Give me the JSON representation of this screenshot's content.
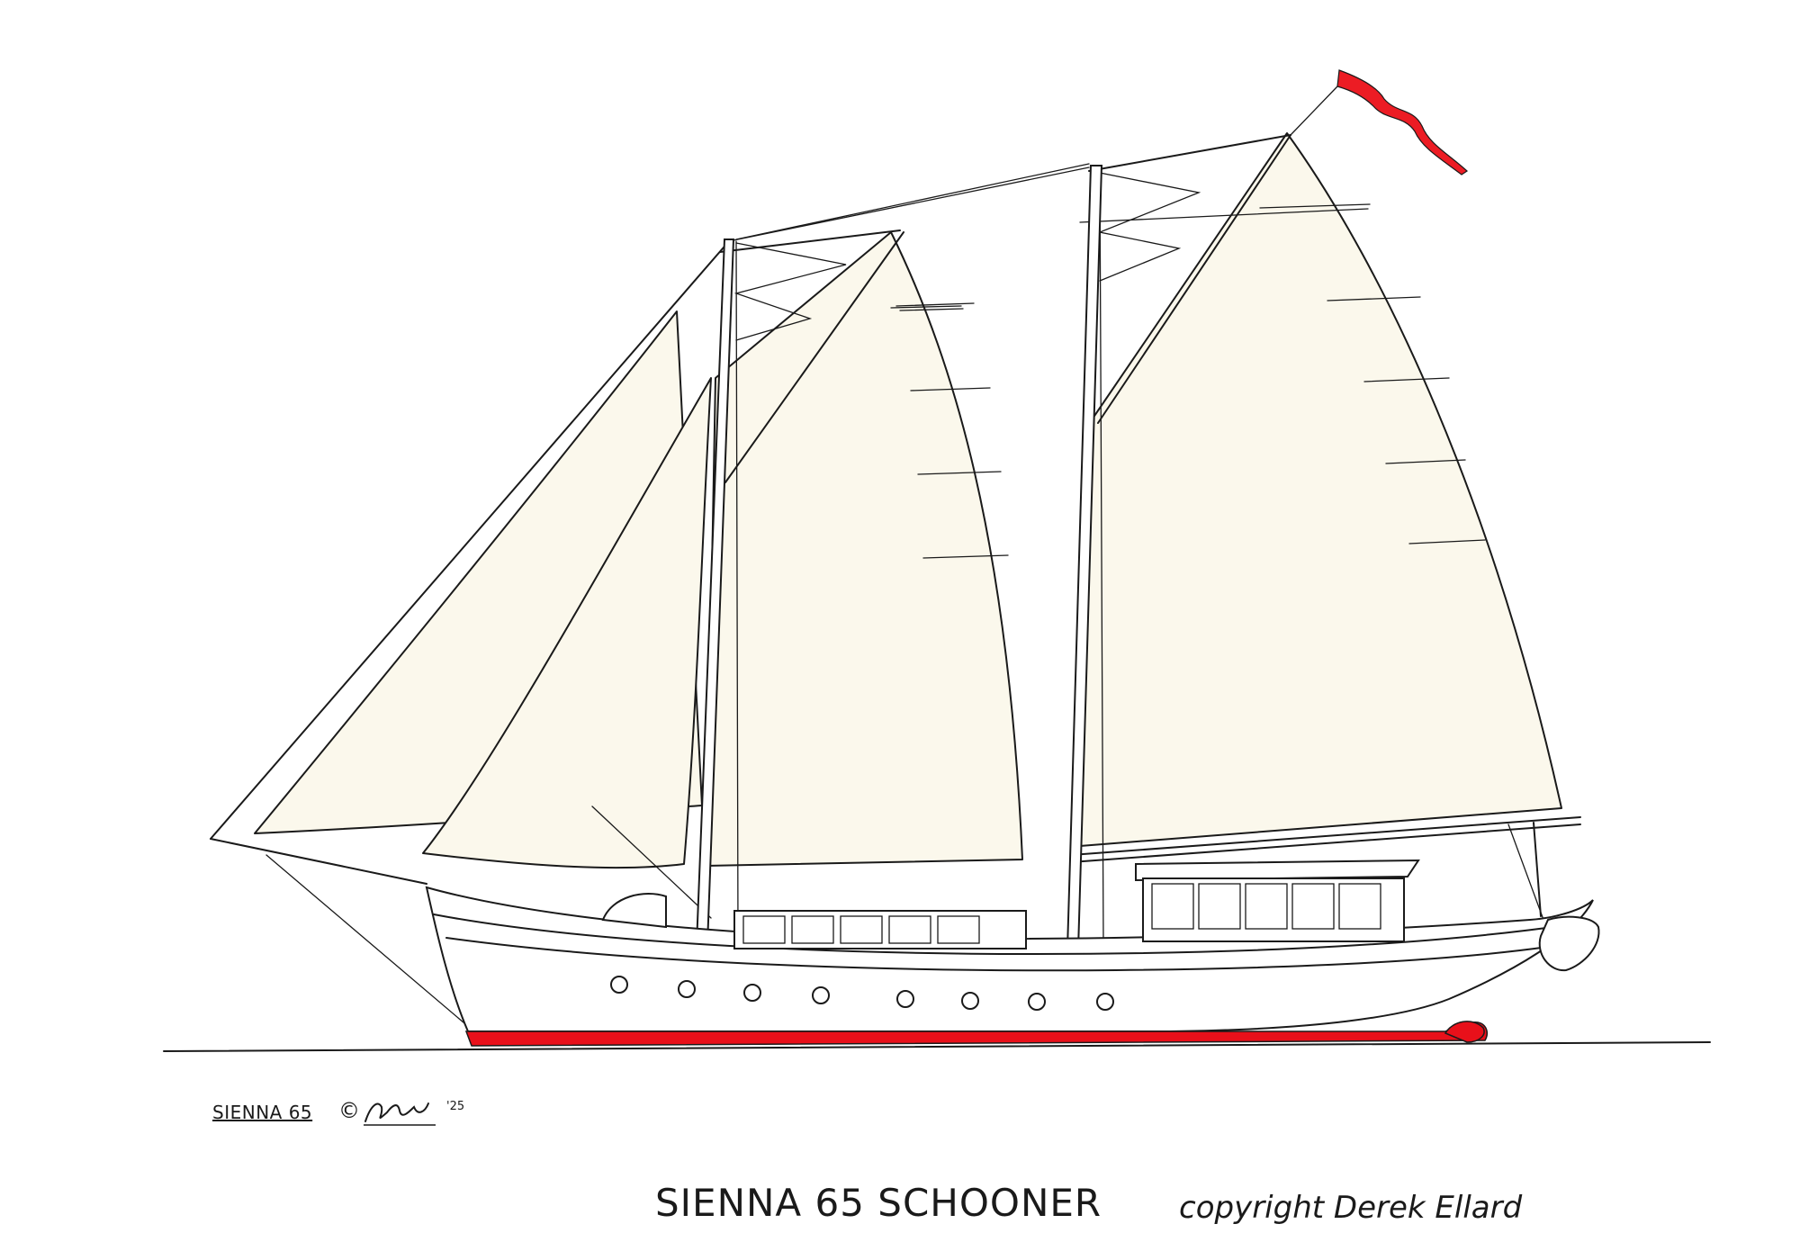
{
  "drawing": {
    "title": "SIENNA 65 SCHOONER",
    "credit": "copyright Derek Ellard",
    "signature": {
      "name": "SIENNA 65",
      "copyright_symbol": "©",
      "year": "'25"
    }
  },
  "colors": {
    "sail": "#fbf8ec",
    "bottom_paint": "#e8101a",
    "pennant": "#ec1c24",
    "ink": "#1a1a1a",
    "background": "#ffffff"
  }
}
